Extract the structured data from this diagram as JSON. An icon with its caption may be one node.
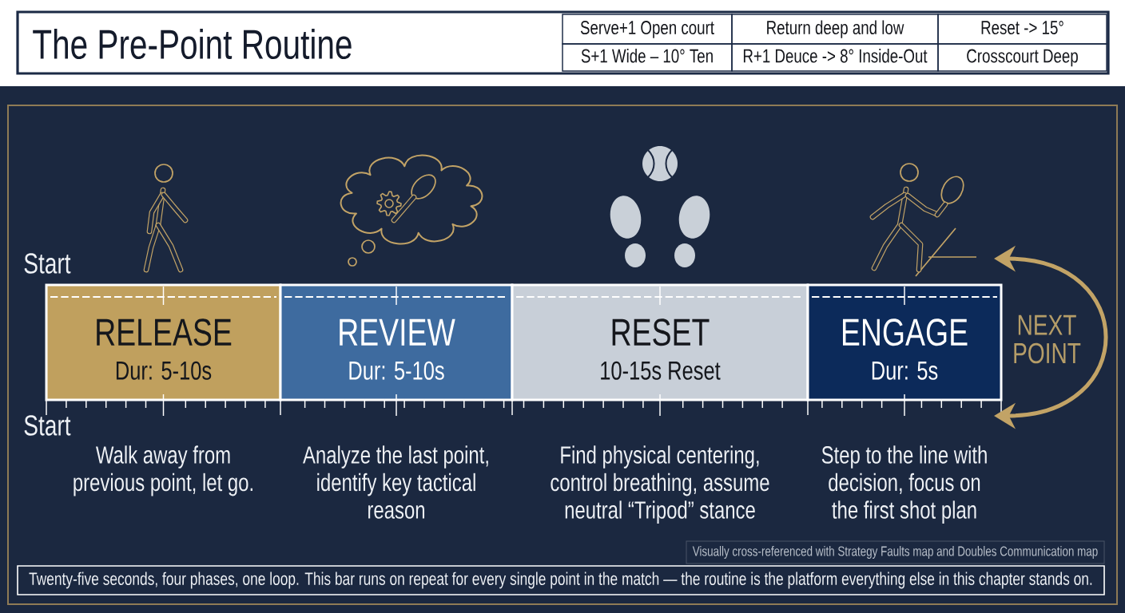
{
  "diagram": {
    "title": "The Pre-Point Routine",
    "caption": "Twenty-five seconds, four phases, one loop. This bar runs on repeat for every single point in the match — the routine is the platform everything else in this chapter stands on.",
    "nodes": [
      {
        "text": [
          "RELEASE",
          "Dur: 5-10s"
        ],
        "beside": [
          "Walk away from previous point, let go."
        ]
      },
      {
        "text": [
          "REVIEW",
          "Dur: 5-10s"
        ],
        "beside": [
          "Analyze the last point, identify key tactical reason"
        ]
      },
      {
        "text": [
          "RESET",
          "10-15s Reset"
        ],
        "beside": [
          "Find physical centering, control breathing, assume neutral “Tripod” stance"
        ]
      },
      {
        "text": [
          "ENGAGE",
          "Dur: 5s"
        ],
        "beside": [
          "Step to the line with decision, focus on the first shot plan"
        ]
      }
    ],
    "labels": [
      "Serve+1 Open court",
      "Return deep and low",
      "Reset -> 15°",
      "S+1 Wide – 10° Ten",
      "R+1 Deuce -> 8° Inside-Out",
      "Crosscourt Deep",
      "Start",
      "NEXT POINT",
      "Start",
      "Visually cross-referenced with Strategy Faults map and Doubles Communication map"
    ]
  }
}
